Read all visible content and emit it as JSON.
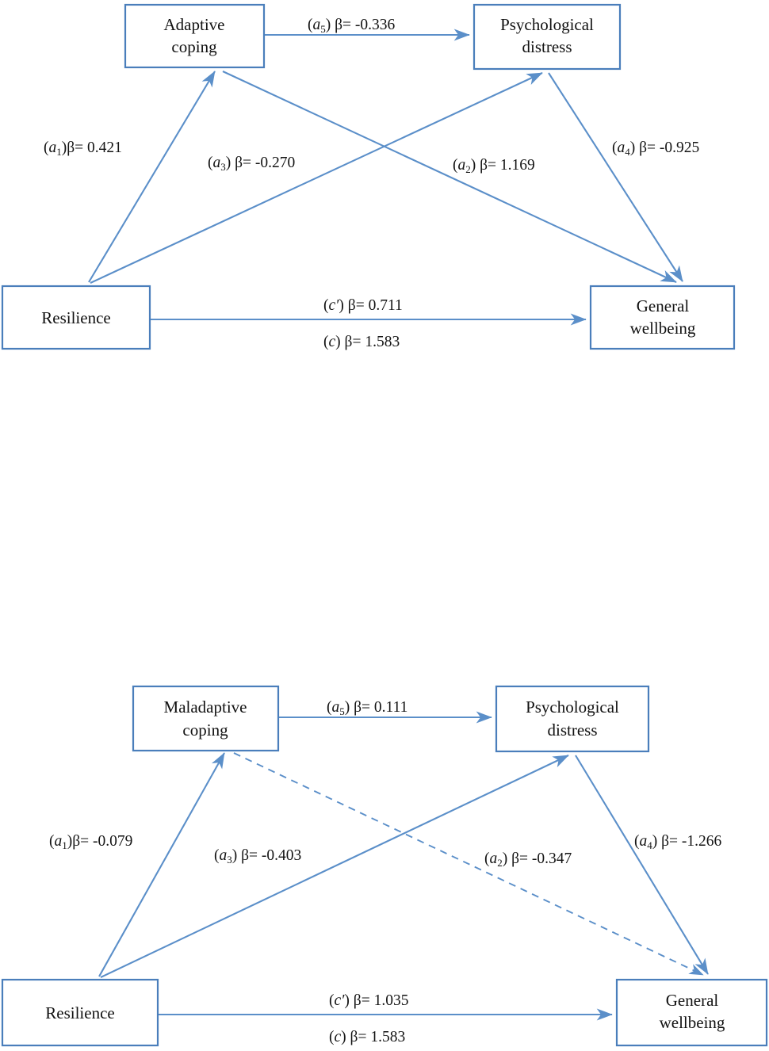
{
  "figure": {
    "title": "",
    "line_color": "#5b8fc9",
    "box_border_color": "#4a7ebb",
    "text_color": "#111111"
  },
  "diagrams": [
    {
      "id": "adaptive-coping-model",
      "nodes": {
        "mediator1": {
          "line1": "Adaptive",
          "line2": "coping"
        },
        "mediator2": {
          "line1": "Psychological",
          "line2": "distress"
        },
        "predictor": {
          "line1": "Resilience",
          "line2": ""
        },
        "outcome": {
          "line1": "General",
          "line2": "wellbeing"
        }
      },
      "paths": {
        "a5": {
          "open": "(",
          "coef": "a",
          "sub": "5",
          "close": ")",
          "value": " β= -0.336",
          "style": "solid"
        },
        "a1": {
          "open": "(",
          "coef": "a",
          "sub": "1",
          "close": ")",
          "value": "β= 0.421",
          "style": "solid"
        },
        "a3": {
          "open": "(",
          "coef": "a",
          "sub": "3",
          "close": ")",
          "value": " β= -0.270",
          "style": "solid"
        },
        "a2": {
          "open": "(",
          "coef": "a",
          "sub": "2",
          "close": ")",
          "value": " β= 1.169",
          "style": "solid"
        },
        "a4": {
          "open": "(",
          "coef": "a",
          "sub": "4",
          "close": ")",
          "value": " β= -0.925",
          "style": "solid"
        },
        "c_prime": {
          "open": "(",
          "coef": "c′",
          "sub": "",
          "close": ")",
          "value": " β= 0.711",
          "style": "solid"
        },
        "c_total": {
          "open": "(",
          "coef": "c",
          "sub": "",
          "close": ")",
          "value": " β= 1.583",
          "style": "solid"
        }
      }
    },
    {
      "id": "maladaptive-coping-model",
      "nodes": {
        "mediator1": {
          "line1": "Maladaptive",
          "line2": "coping"
        },
        "mediator2": {
          "line1": "Psychological",
          "line2": "distress"
        },
        "predictor": {
          "line1": "Resilience",
          "line2": ""
        },
        "outcome": {
          "line1": "General",
          "line2": "wellbeing"
        }
      },
      "paths": {
        "a5": {
          "open": "(",
          "coef": "a",
          "sub": "5",
          "close": ")",
          "value": " β= 0.111",
          "style": "solid"
        },
        "a1": {
          "open": "(",
          "coef": "a",
          "sub": "1",
          "close": ")",
          "value": "β= -0.079",
          "style": "solid"
        },
        "a3": {
          "open": "(",
          "coef": "a",
          "sub": "3",
          "close": ")",
          "value": " β= -0.403",
          "style": "solid"
        },
        "a2": {
          "open": "(",
          "coef": "a",
          "sub": "2",
          "close": ")",
          "value": " β= -0.347",
          "style": "dashed"
        },
        "a4": {
          "open": "(",
          "coef": "a",
          "sub": "4",
          "close": ")",
          "value": " β= -1.266",
          "style": "solid"
        },
        "c_prime": {
          "open": "(",
          "coef": "c′",
          "sub": "",
          "close": ")",
          "value": " β= 1.035",
          "style": "solid"
        },
        "c_total": {
          "open": "(",
          "coef": "c",
          "sub": "",
          "close": ")",
          "value": " β= 1.583",
          "style": "solid"
        }
      }
    }
  ]
}
